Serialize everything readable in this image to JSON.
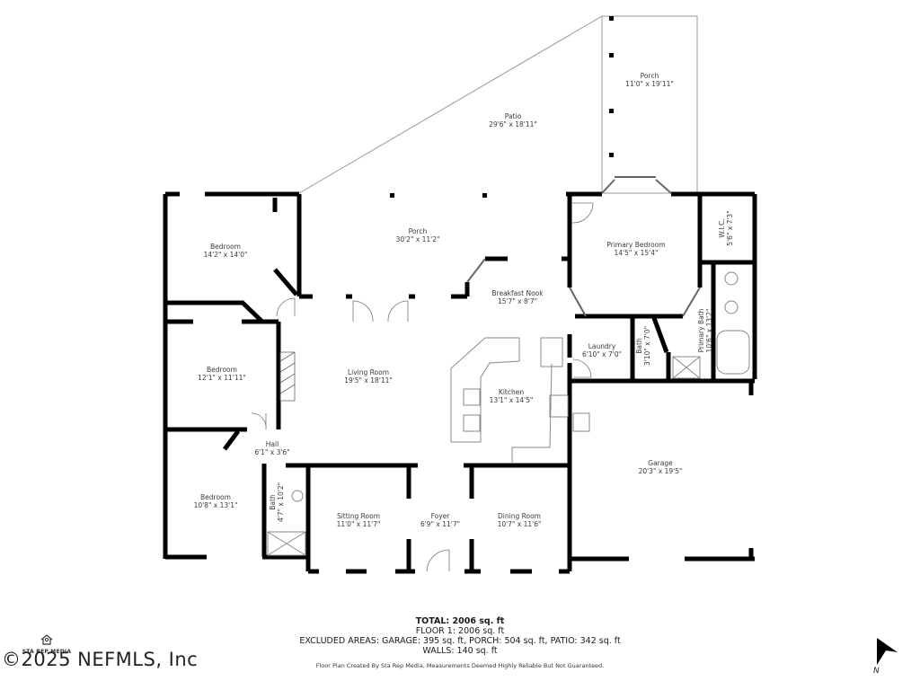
{
  "rooms": [
    {
      "id": "patio",
      "name": "Patio",
      "dims": "29'6\" x 18'11\""
    },
    {
      "id": "porch_rear",
      "name": "Porch",
      "dims": "11'0\" x 19'11\""
    },
    {
      "id": "porch_main",
      "name": "Porch",
      "dims": "30'2\" x 11'2\""
    },
    {
      "id": "bedroom_nw",
      "name": "Bedroom",
      "dims": "14'2\" x 14'0\""
    },
    {
      "id": "primary_bedroom",
      "name": "Primary Bedroom",
      "dims": "14'5\" x 15'4\""
    },
    {
      "id": "wic",
      "name": "W.I.C.",
      "dims": "5'6\" x 7'3\""
    },
    {
      "id": "breakfast_nook",
      "name": "Breakfast Nook",
      "dims": "15'7\" x 8'7\""
    },
    {
      "id": "primary_bath",
      "name": "Primary Bath",
      "dims": "10'6\" x 13'2\""
    },
    {
      "id": "bedroom_w",
      "name": "Bedroom",
      "dims": "12'1\" x 11'11\""
    },
    {
      "id": "living_room",
      "name": "Living Room",
      "dims": "19'5\" x 18'11\""
    },
    {
      "id": "laundry",
      "name": "Laundry",
      "dims": "6'10\" x 7'0\""
    },
    {
      "id": "bath_small",
      "name": "Bath",
      "dims": "3'10\" x 7'0\""
    },
    {
      "id": "kitchen",
      "name": "Kitchen",
      "dims": "13'1\" x 14'5\""
    },
    {
      "id": "hall",
      "name": "Hall",
      "dims": "6'1\" x 3'6\""
    },
    {
      "id": "garage",
      "name": "Garage",
      "dims": "20'3\" x 19'5\""
    },
    {
      "id": "bedroom_sw",
      "name": "Bedroom",
      "dims": "10'8\" x 13'1\""
    },
    {
      "id": "bath_sw",
      "name": "Bath",
      "dims": "4'7\" x 10'2\""
    },
    {
      "id": "sitting_room",
      "name": "Sitting Room",
      "dims": "11'0\" x 11'7\""
    },
    {
      "id": "foyer",
      "name": "Foyer",
      "dims": "6'9\" x 11'7\""
    },
    {
      "id": "dining_room",
      "name": "Dining Room",
      "dims": "10'7\" x 11'6\""
    }
  ],
  "summary": {
    "total": "TOTAL: 2006 sq. ft",
    "floor1": "FLOOR 1: 2006 sq. ft",
    "excluded": "EXCLUDED AREAS: GARAGE: 395 sq. ft, PORCH: 504 sq. ft, PATIO: 342 sq. ft",
    "walls": "WALLS: 140 sq. ft",
    "disclaimer": "Floor Plan Created By Sta Rep Media, Measurements Deemed Highly Reliable But Not Guaranteed."
  },
  "branding": {
    "logo_text": "STA REP MEDIA",
    "logo_icon": "house-pin-icon",
    "copyright": "©2025 NEFMLS, Inc"
  },
  "compass": {
    "label": "N",
    "icon": "north-arrow-icon"
  },
  "colors": {
    "wall": "#000000",
    "outline": "#888888",
    "text": "#333333",
    "background": "#ffffff"
  }
}
